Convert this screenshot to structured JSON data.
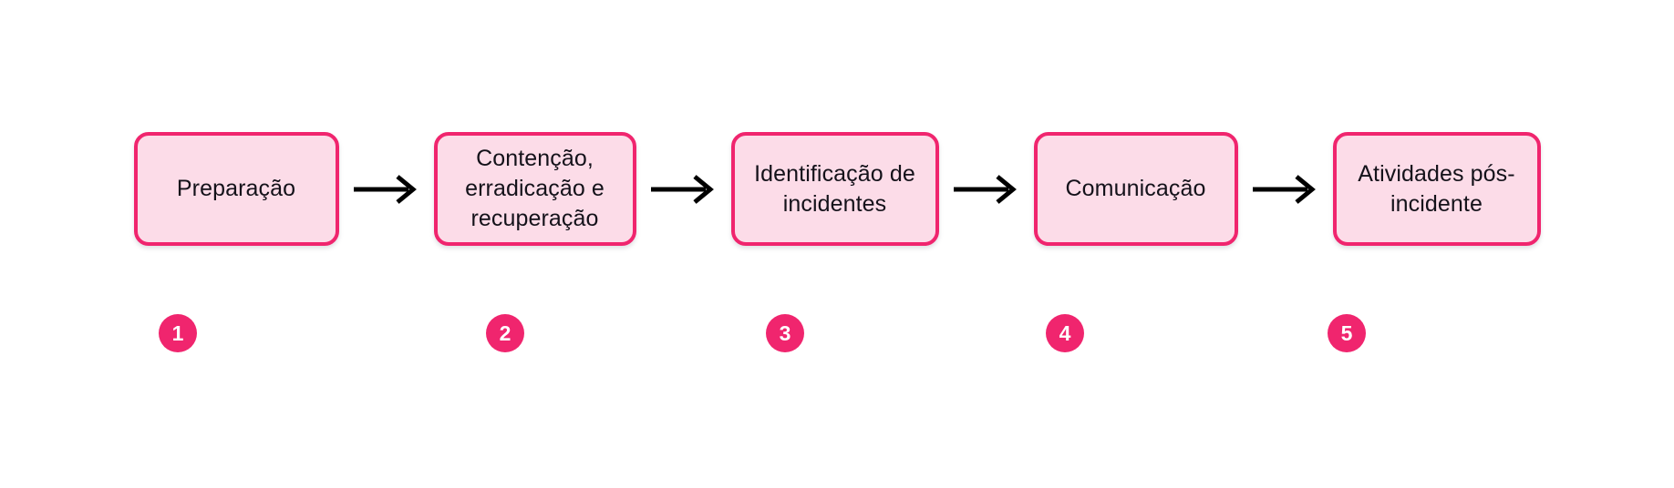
{
  "diagram": {
    "type": "horizontal-process-flow",
    "language": "pt-BR",
    "background_color": "#ffffff",
    "box_fill_color": "#fcdce8",
    "box_border_color": "#f0256e",
    "badge_color": "#f0256e",
    "badge_text_color": "#ffffff",
    "text_color": "#14121a",
    "arrow_color": "#000000",
    "steps": [
      {
        "number": "1",
        "label": "Preparação",
        "lines": [
          "Preparação"
        ]
      },
      {
        "number": "2",
        "label": "Contenção, erradicação e recuperação",
        "lines": [
          "Contenção,",
          "erradicação e",
          "recuperação"
        ]
      },
      {
        "number": "3",
        "label": "Identificação de incidentes",
        "lines": [
          "Identificação de",
          "incidentes"
        ]
      },
      {
        "number": "4",
        "label": "Comunicação",
        "lines": [
          "Comunicação"
        ]
      },
      {
        "number": "5",
        "label": "Atividades pós-incidente",
        "lines": [
          "Atividades pós-",
          "incidente"
        ]
      }
    ],
    "connectors": [
      {
        "icon": "arrow-right-icon",
        "from": "1",
        "to": "2"
      },
      {
        "icon": "arrow-right-icon",
        "from": "2",
        "to": "3"
      },
      {
        "icon": "arrow-right-icon",
        "from": "3",
        "to": "4"
      },
      {
        "icon": "arrow-right-icon",
        "from": "4",
        "to": "5"
      }
    ]
  }
}
